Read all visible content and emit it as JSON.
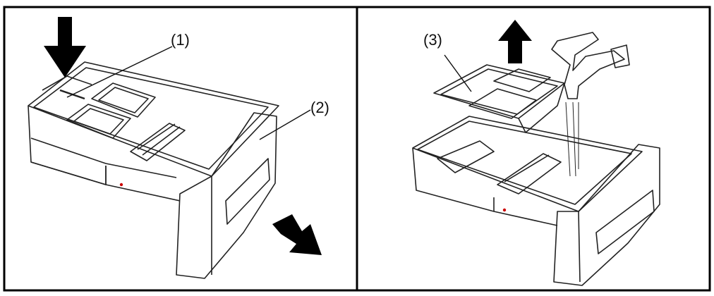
{
  "panels": [
    {
      "callouts": [
        {
          "label": "(1)"
        },
        {
          "label": "(2)"
        }
      ]
    },
    {
      "callouts": [
        {
          "label": "(3)"
        }
      ]
    }
  ]
}
